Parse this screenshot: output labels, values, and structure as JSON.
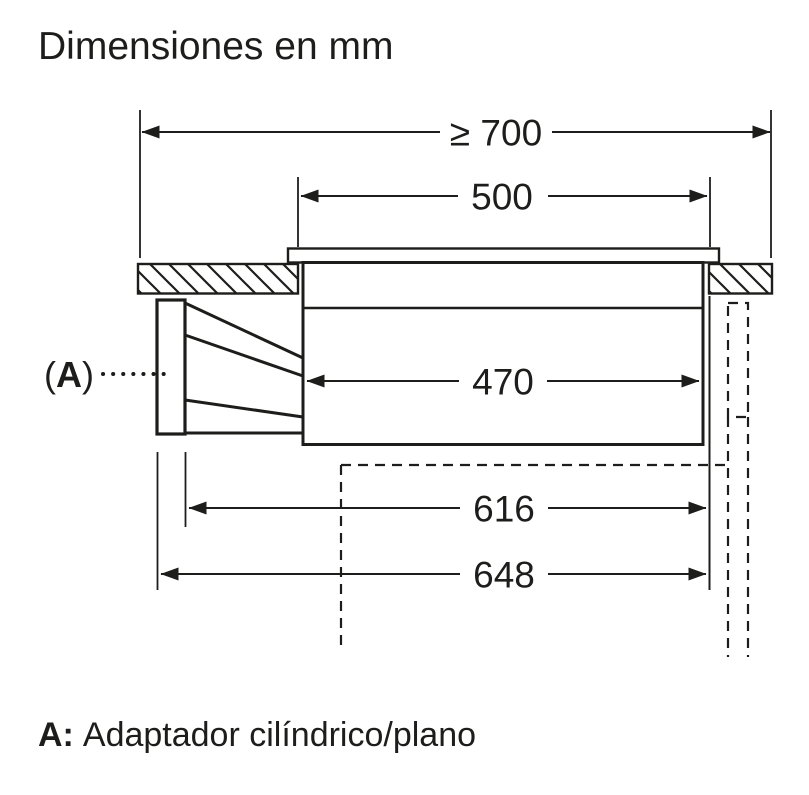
{
  "title": "Dimensiones en mm",
  "diagram": {
    "dim_top_clearance": "≥ 700",
    "dim_cutout_width": "500",
    "dim_inner_width": "470",
    "dim_width_616": "616",
    "dim_width_648": "648",
    "callout": {
      "open": "(",
      "letter": "A",
      "close": ")"
    }
  },
  "footnote": {
    "label": "A:",
    "text": "Adaptador cilíndrico/plano"
  },
  "colors": {
    "line": "#1d1d1b",
    "background": "#ffffff"
  }
}
